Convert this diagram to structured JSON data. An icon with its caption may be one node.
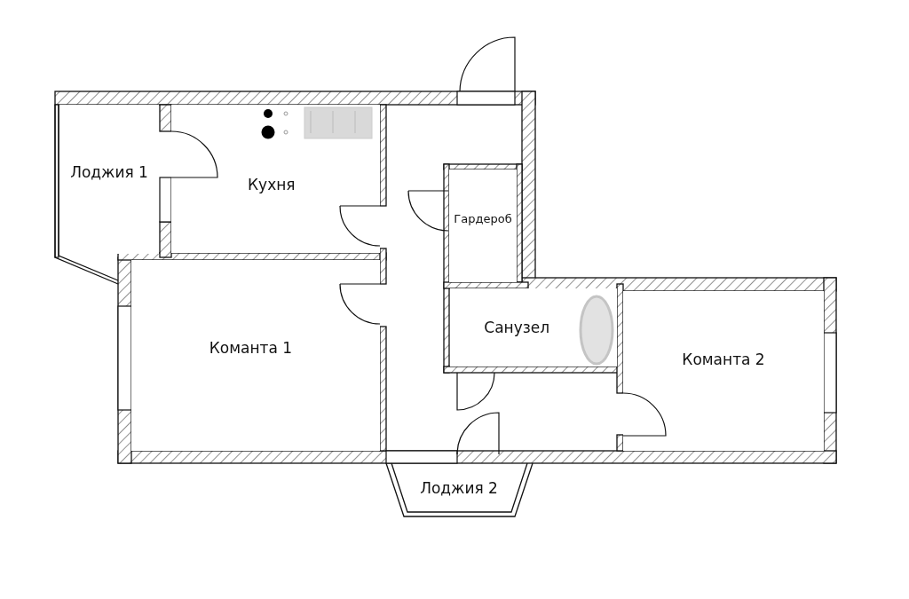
{
  "diagram": {
    "nodes": [
      {
        "text": [
          "Лоджия 1"
        ]
      },
      {
        "text": [
          "Кухня"
        ]
      },
      {
        "text": [
          "Гардероб"
        ]
      },
      {
        "text": [
          "Санузел"
        ]
      },
      {
        "text": [
          "Команта 1"
        ]
      },
      {
        "text": [
          "Команта 2"
        ]
      },
      {
        "text": [
          "Лоджия 2"
        ]
      }
    ]
  }
}
